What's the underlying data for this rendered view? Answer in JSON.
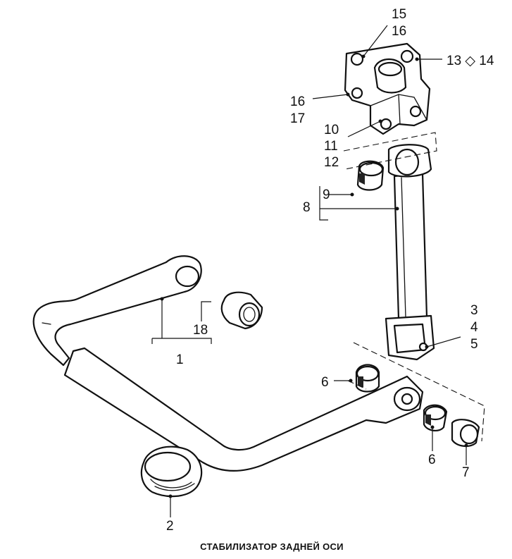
{
  "callouts": {
    "n15": "15",
    "n16a": "16",
    "n13_14": "13 ◇ 14",
    "n16b": "16",
    "n17": "17",
    "n10": "10",
    "n11": "11",
    "n12": "12",
    "n9": "9",
    "n8": "8",
    "n3": "3",
    "n4": "4",
    "n5": "5",
    "n18": "18",
    "n1": "1",
    "n6a": "6",
    "n6b": "6",
    "n7": "7",
    "n2": "2"
  },
  "caption": "СТАБИЛИЗАТОР ЗАДНЕЙ ОСИ"
}
